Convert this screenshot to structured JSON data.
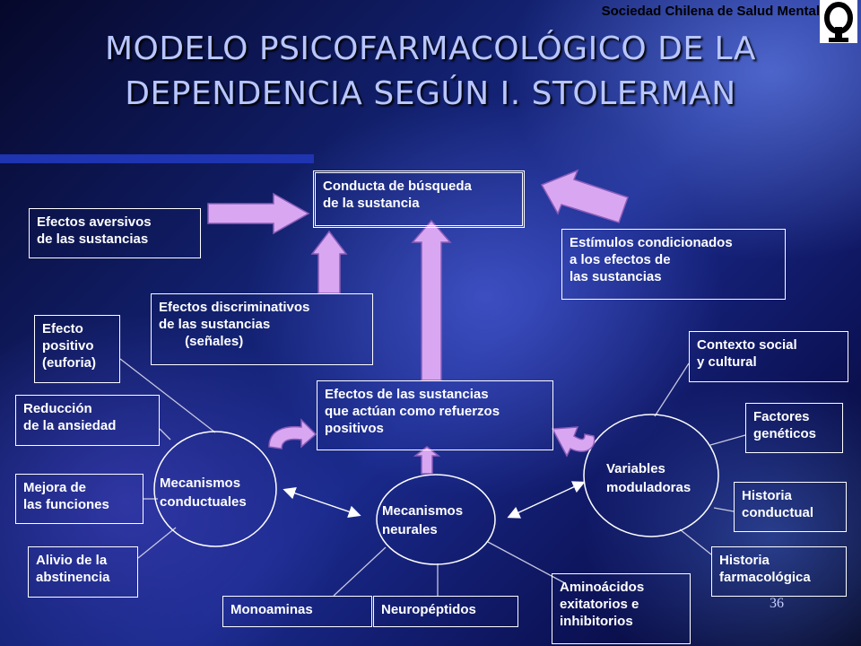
{
  "header": {
    "title_line1": "MODELO PSICOFARMACOLÓGICO  DE LA",
    "title_line2": "DEPENDENCIA SEGÚN I. STOLERMAN",
    "organization": "Sociedad Chilena de Salud Mental",
    "logo_icon": "omega-logo-icon"
  },
  "boxes": {
    "conducta": "Conducta de búsqueda\nde la sustancia",
    "aversivos": "Efectos aversivos\nde las sustancias",
    "estimulos": "Estímulos condicionados\na los efectos de\nlas sustancias",
    "discriminativos": "Efectos discriminativos\nde las sustancias\n       (señales)",
    "refuerzos": "Efectos de las sustancias\nque actúan como refuerzos\npositivos",
    "efecto_positivo": "Efecto\npositivo\n(euforia)",
    "ansiedad": "Reducción\nde la ansiedad",
    "funciones": "Mejora de\nlas funciones",
    "abstinencia": "Alivio de la\nabstinencia",
    "contexto": "Contexto social\ny cultural",
    "geneticos": "Factores\ngenéticos",
    "hist_conductual": "Historia\nconductual",
    "hist_farmaco": "Historia\nfarmacológica",
    "monoaminas": "Monoaminas",
    "neuropeptidos": "Neuropéptidos",
    "aminoacidos": "Aminoácidos\nexitatorios e\ninhibitorios"
  },
  "nodes": {
    "conductuales": "Mecanismos\nconductuales",
    "neurales": "Mecanismos\nneurales",
    "moduladoras": "Variables\nmoduladoras"
  },
  "colors": {
    "arrow_fill": "#d9a7f2",
    "arrow_stroke": "#8a5db8",
    "line": "#c7c7e0",
    "box_border": "#ffffff",
    "title": "#b8c6ff"
  },
  "footer": {
    "page_number": "36"
  }
}
